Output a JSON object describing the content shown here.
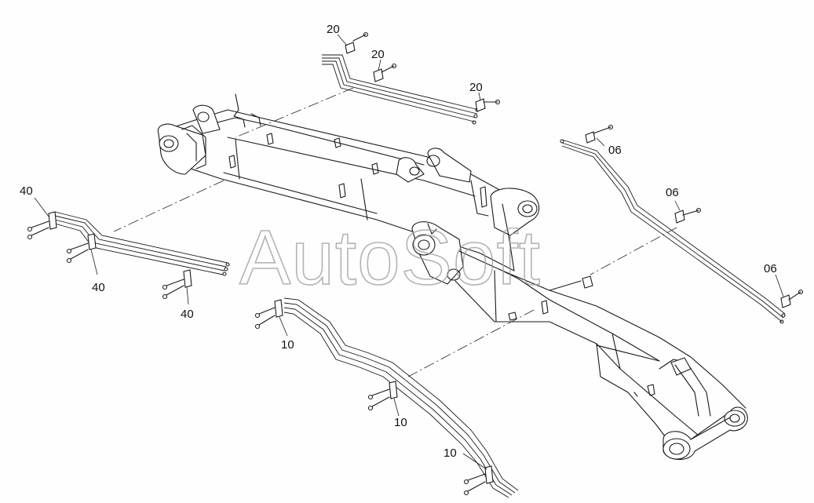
{
  "watermark": "AutoSoft",
  "callouts": {
    "top_a": "20",
    "top_b": "20",
    "top_c": "20",
    "right_a": "06",
    "right_b": "06",
    "right_c": "06",
    "left_a": "40",
    "left_b": "40",
    "left_c": "40",
    "bottom_a": "10",
    "bottom_b": "10",
    "bottom_c": "10"
  }
}
